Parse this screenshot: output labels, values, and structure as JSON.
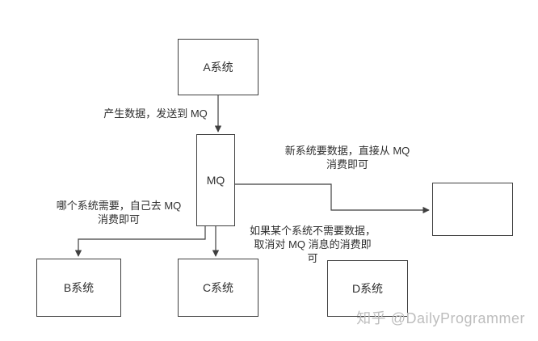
{
  "diagram": {
    "nodes": {
      "a": {
        "label": "A系统"
      },
      "mq": {
        "label": "MQ"
      },
      "b": {
        "label": "B系统"
      },
      "c": {
        "label": "C系统"
      },
      "d": {
        "label": "D系统"
      },
      "new_system": {
        "label": ""
      }
    },
    "edge_labels": {
      "a_to_mq": "产生数据，发送到 MQ",
      "mq_to_b": "哪个系统需要，自己去 MQ\n消费即可",
      "mq_to_new": "新系统要数据，直接从 MQ\n消费即可",
      "d_cancel_note": "如果某个系统不需要数据，\n取消对 MQ 消息的消费即\n可"
    },
    "colors": {
      "line": "#3f3f3f",
      "text": "#2f2f2f",
      "watermark": "#bdbdbd"
    },
    "watermark": "知乎 @DailyProgrammer"
  }
}
